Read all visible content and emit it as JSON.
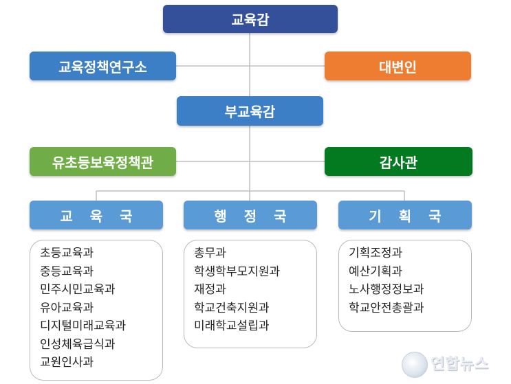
{
  "chart": {
    "superintendent": "교육감",
    "research_institute": "교육정책연구소",
    "spokesperson": "대변인",
    "deputy": "부교육감",
    "early_childhood_officer": "유초등보육정책관",
    "auditor": "감사관",
    "departments": [
      {
        "name": "교 육 국",
        "subunits": [
          "초등교육과",
          "중등교육과",
          "민주시민교육과",
          "유아교육과",
          "디지털미래교육과",
          "인성체육급식과",
          "교원인사과"
        ]
      },
      {
        "name": "행 정 국",
        "subunits": [
          "총무과",
          "학생학부모지원과",
          "재정과",
          "학교건축지원과",
          "미래학교설립과"
        ]
      },
      {
        "name": "기 획 국",
        "subunits": [
          "기획조정과",
          "예산기획과",
          "노사행정정보과",
          "학교안전총괄과"
        ]
      }
    ]
  },
  "watermark": {
    "text": "연합뉴스"
  },
  "colors": {
    "navy": "#34509a",
    "blue": "#3d7fc6",
    "orange": "#ee7d32",
    "green": "#70ad47",
    "dark_green": "#047a20",
    "light_blue": "#5b9bd5",
    "line": "#bfbfbf"
  }
}
